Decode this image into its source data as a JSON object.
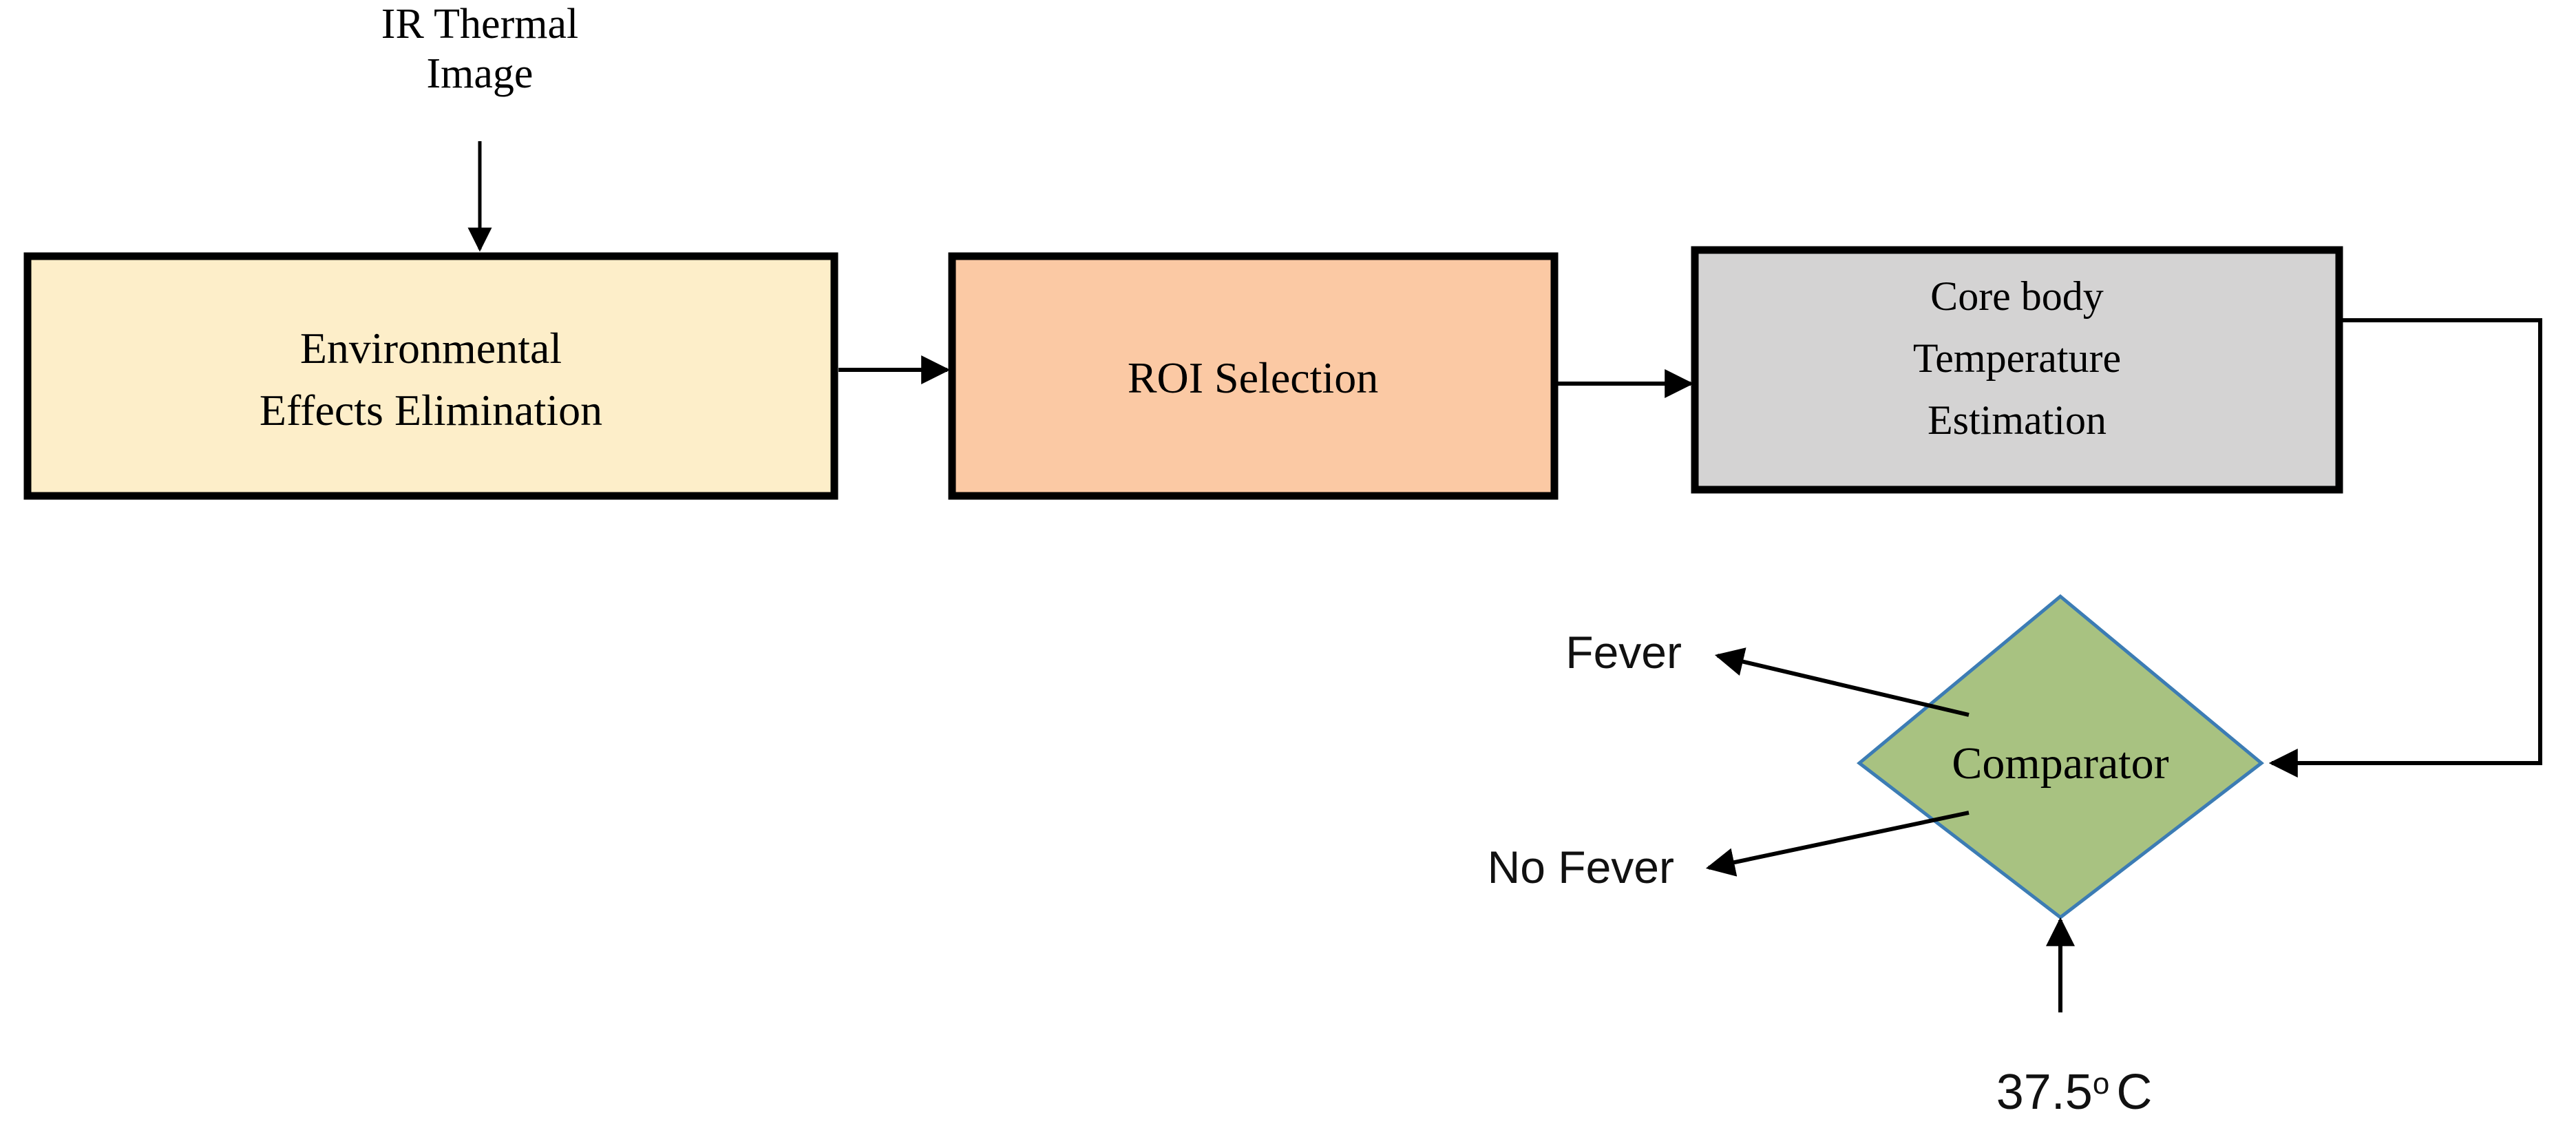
{
  "diagram": {
    "title": "IR thermal fever screening pipeline flowchart",
    "background_color": "#ffffff",
    "input_label": {
      "line1": "IR Thermal",
      "line2": "Image"
    },
    "nodes": [
      {
        "id": "environmental-effects-elimination",
        "shape": "rectangle",
        "line1": "Environmental",
        "line2": "Effects Elimination",
        "fill": "#fdeec9",
        "stroke": "#000000"
      },
      {
        "id": "roi-selection",
        "shape": "rectangle",
        "line1": "ROI Selection",
        "line2": "",
        "fill": "#fbc9a4",
        "stroke": "#000000"
      },
      {
        "id": "core-body-temperature-estimation",
        "shape": "rectangle",
        "line1": "Core body",
        "line2": "Temperature",
        "line3": "Estimation",
        "fill": "#d4d3d3",
        "stroke": "#000000"
      },
      {
        "id": "comparator",
        "shape": "diamond",
        "line1": "Comparator",
        "fill": "#a8c281",
        "stroke": "#3c7cb4"
      }
    ],
    "outputs": [
      {
        "id": "fever",
        "label": "Fever"
      },
      {
        "id": "no-fever",
        "label": "No Fever"
      }
    ],
    "threshold": {
      "value": "37.5",
      "degree_symbol": "o",
      "unit": "C"
    },
    "connector_color": "#000000"
  }
}
